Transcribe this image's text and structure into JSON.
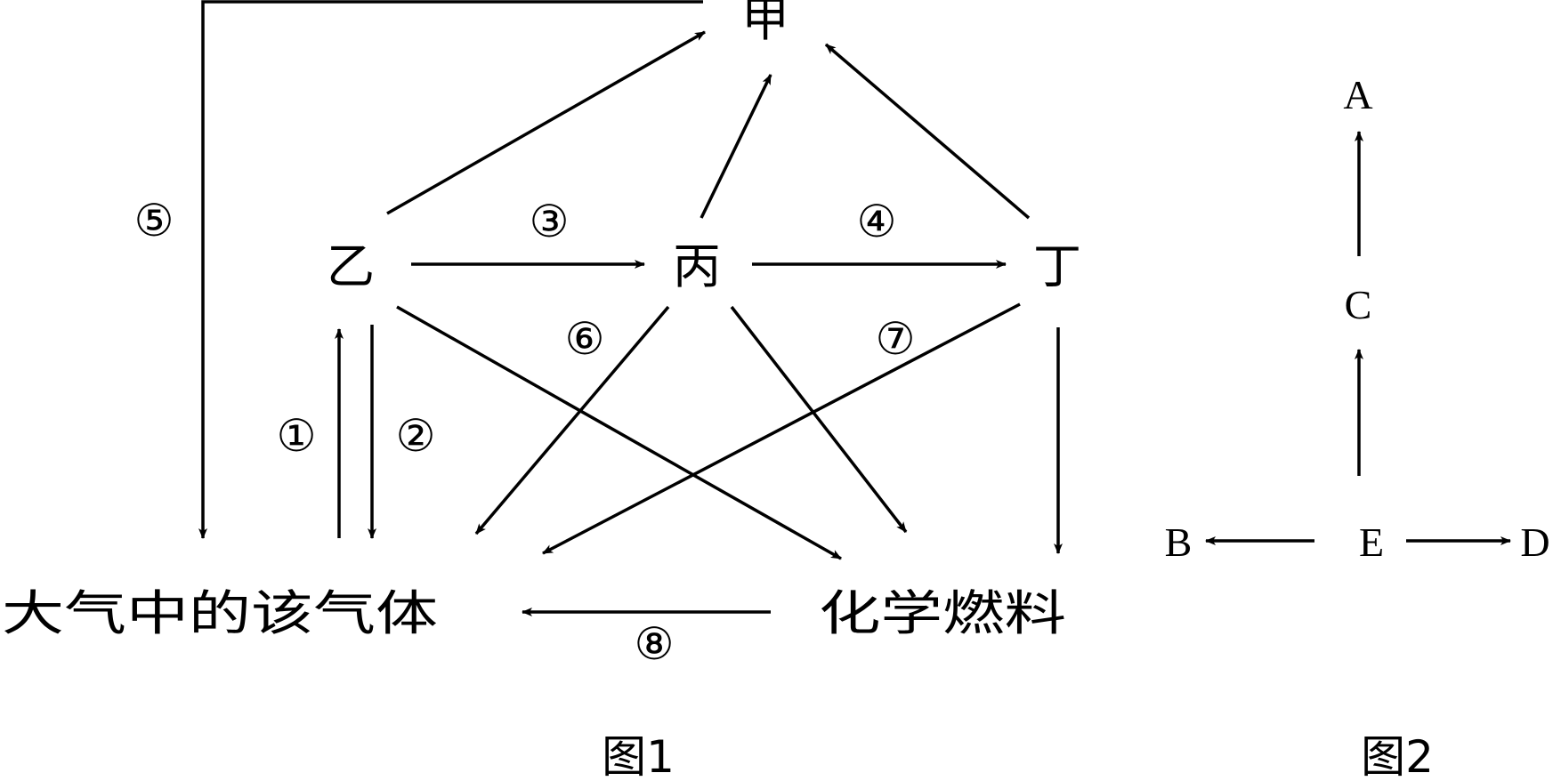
{
  "figure1": {
    "caption": "图1",
    "nodes": {
      "jia": "甲",
      "yi": "乙",
      "bing": "丙",
      "ding": "丁",
      "atmosphere_gas": "大气中的该气体",
      "fossil_fuel": "化学燃料"
    },
    "process_labels": {
      "p1": "①",
      "p2": "②",
      "p3": "③",
      "p4": "④",
      "p5": "⑤",
      "p6": "⑥",
      "p7": "⑦",
      "p8": "⑧"
    }
  },
  "figure2": {
    "caption": "图2",
    "nodes": {
      "a": "A",
      "b": "B",
      "c": "C",
      "d": "D",
      "e": "E"
    }
  }
}
